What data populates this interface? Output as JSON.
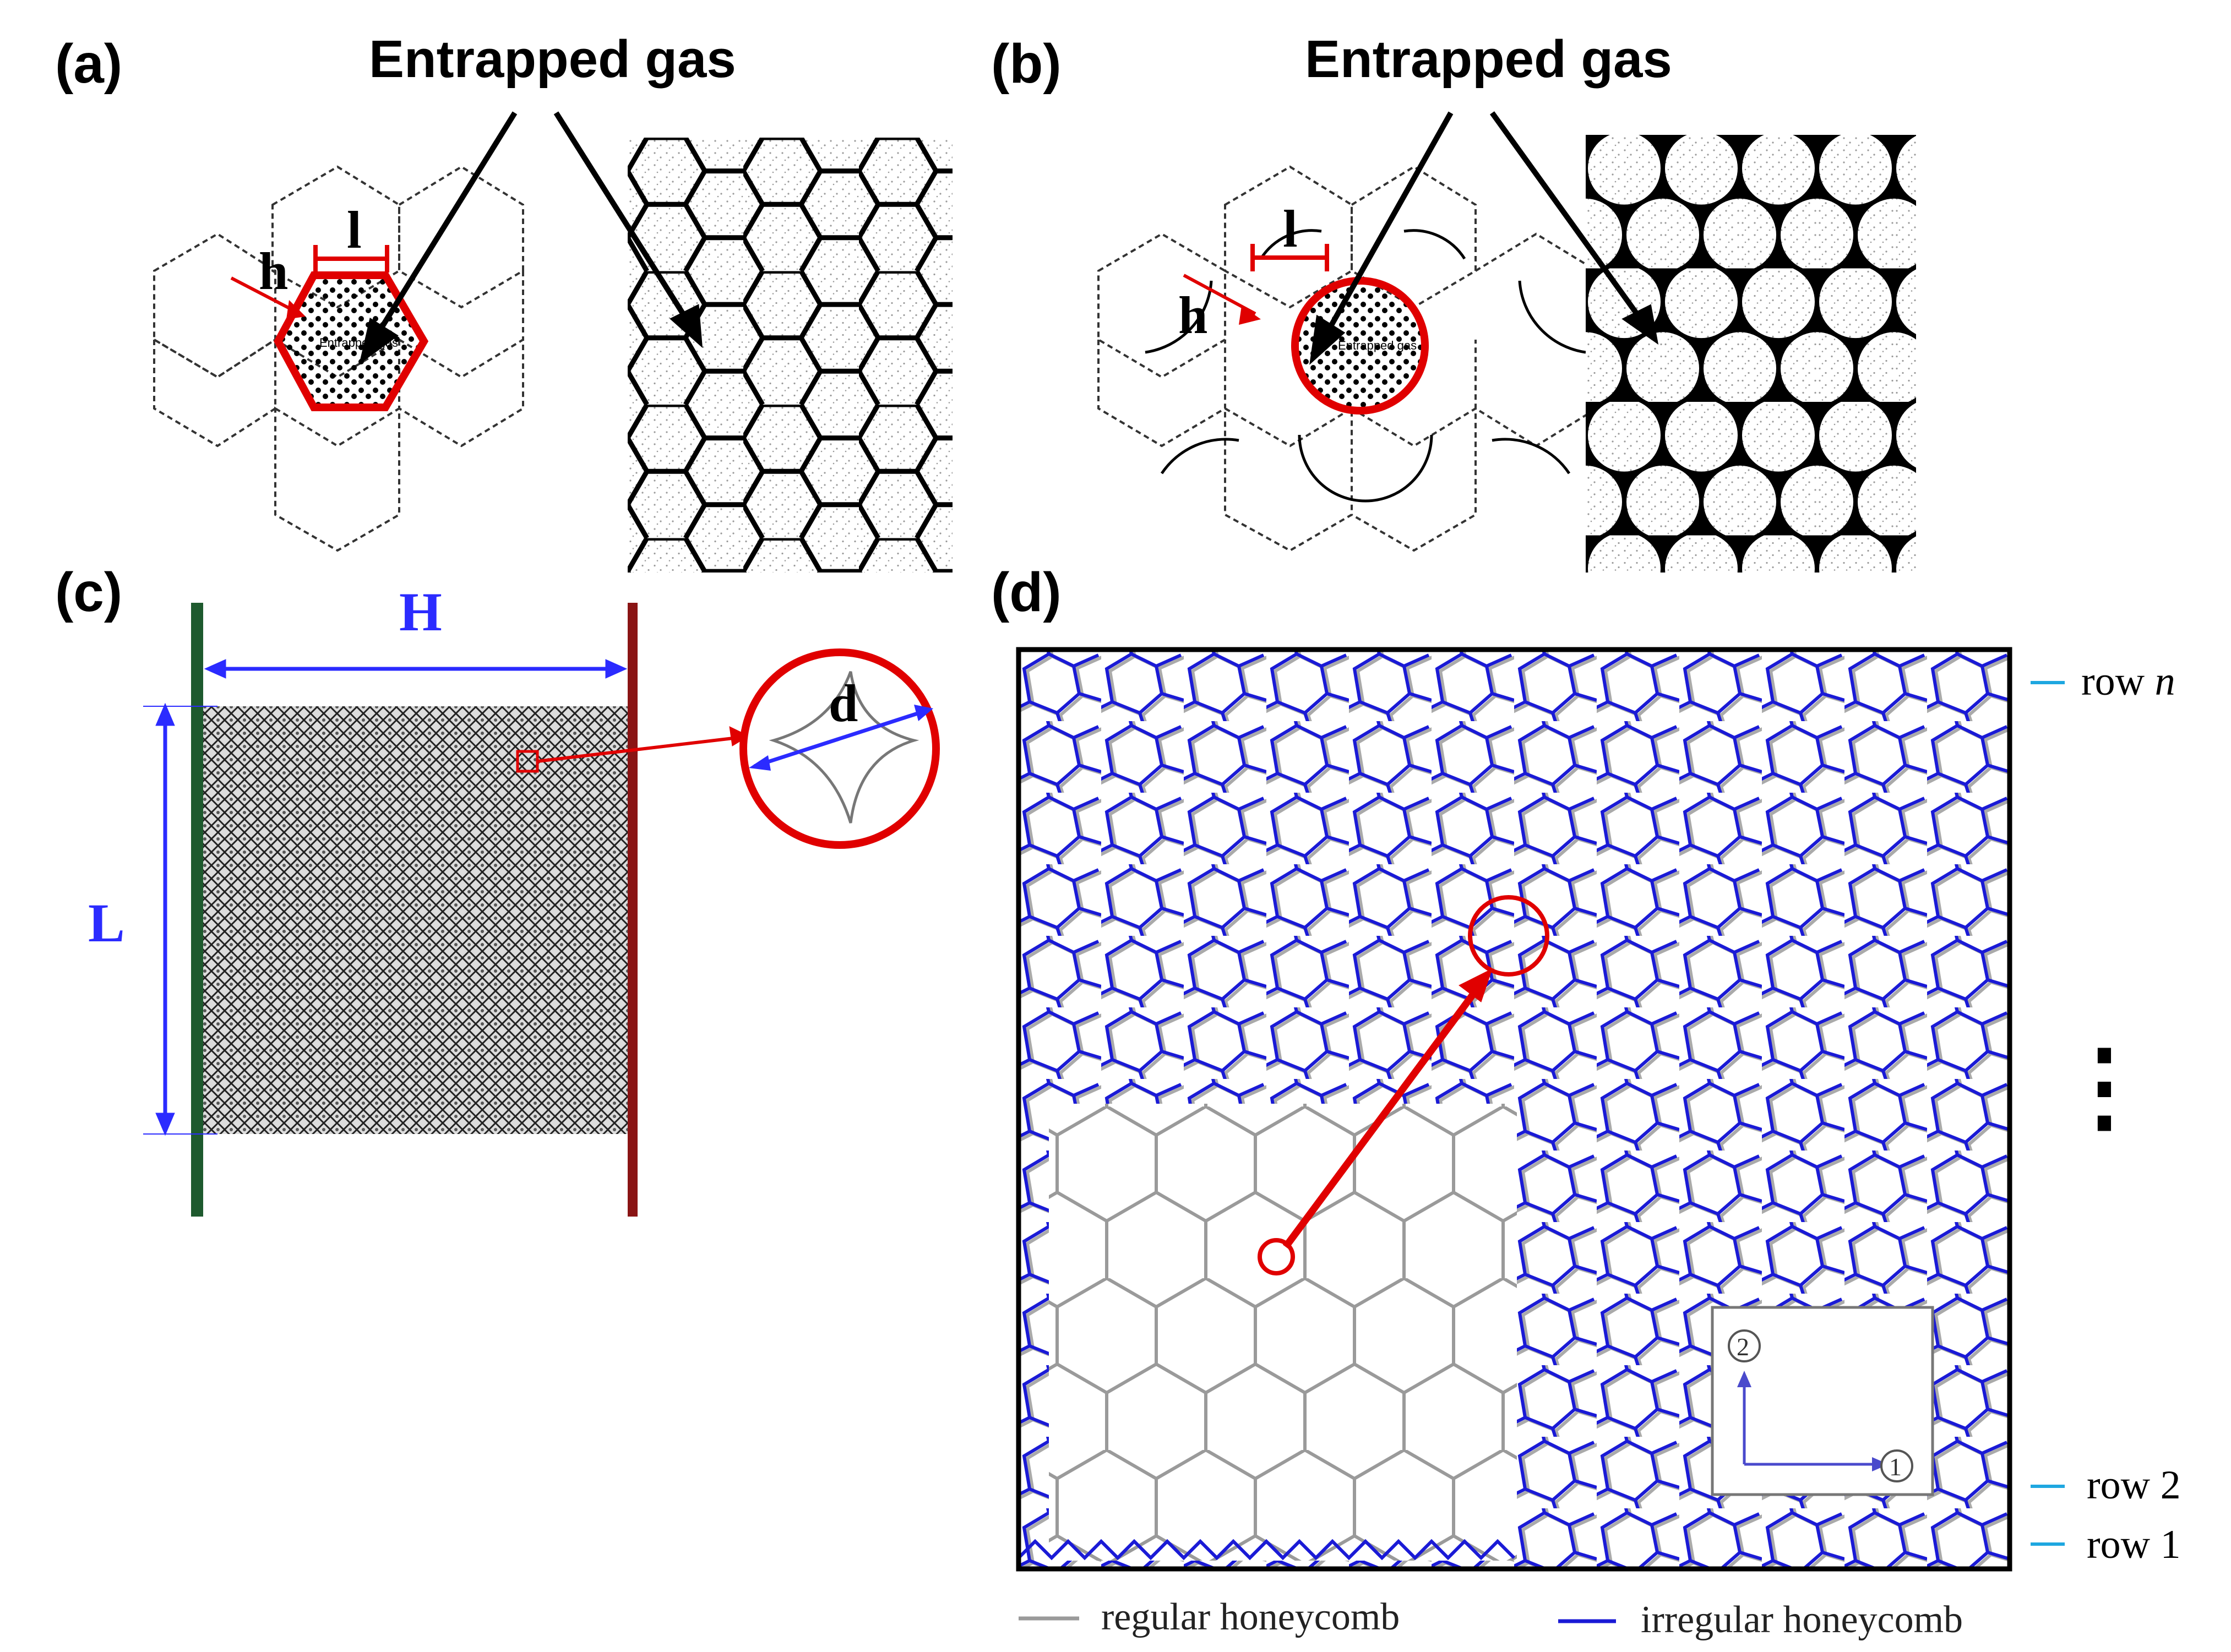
{
  "panels": {
    "a": {
      "label": "(a)",
      "title": "Entrapped gas",
      "inner_text": "Entrapped gas",
      "dim_l": "l",
      "dim_h": "h"
    },
    "b": {
      "label": "(b)",
      "title": "Entrapped gas",
      "inner_text": "Entrapped gas",
      "dim_l": "l",
      "dim_h": "h"
    },
    "c": {
      "label": "(c)",
      "dim_H": "H",
      "dim_L": "L",
      "dim_d": "d"
    },
    "d": {
      "label": "(d)",
      "rows": {
        "row_n_prefix": "row ",
        "row_n_italic": "n",
        "row_2": "row 2",
        "row_1": "row 1"
      },
      "ellipsis": "⋮",
      "axes": {
        "axis1": "1",
        "axis2": "2"
      },
      "legend": {
        "regular": "regular honeycomb",
        "irregular": "irregular honeycomb"
      }
    }
  },
  "colors": {
    "red": "#e00000",
    "blue_dim": "#2b2bff",
    "irregular": "#1a1ad6",
    "regular": "#9a9a9a",
    "row_tick": "#1ea7e0",
    "green_plate": "#1e5a2e",
    "red_plate": "#8a1414"
  }
}
